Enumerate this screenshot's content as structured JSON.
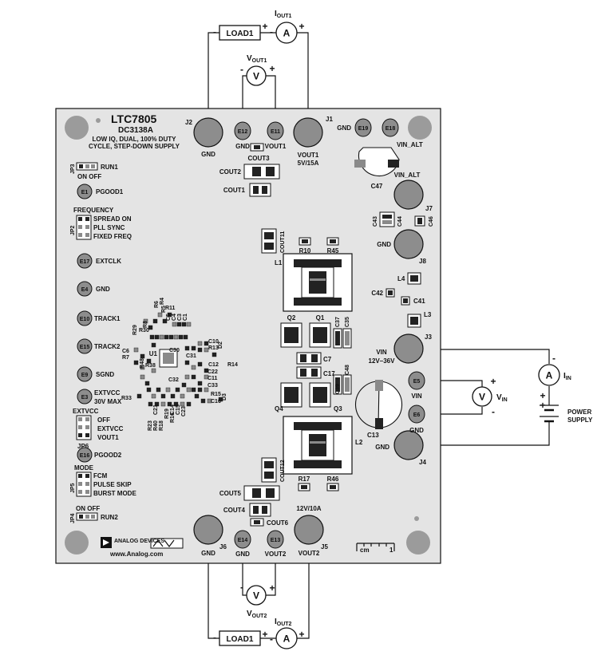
{
  "title": "LTC7805",
  "board_id": "DC3138A",
  "desc_line1": "LOW IQ, DUAL, 100% DUTY",
  "desc_line2": "CYCLE, STEP-DOWN SUPPLY",
  "website": "www.Analog.com",
  "logo_text": "ANALOG DEVICES",
  "load_label": "LOAD1",
  "meters": {
    "ammeter": "A",
    "voltmeter": "V",
    "iout1": {
      "main": "I",
      "sub": "OUT1"
    },
    "iout2": {
      "main": "I",
      "sub": "OUT2"
    },
    "vout1": {
      "main": "V",
      "sub": "OUT1"
    },
    "vout2": {
      "main": "V",
      "sub": "OUT2"
    },
    "iin": {
      "main": "I",
      "sub": "IN"
    },
    "vin": {
      "main": "V",
      "sub": "IN"
    }
  },
  "signs": {
    "plus": "+",
    "minus": "-"
  },
  "power_supply": {
    "line1": "POWER",
    "line2": "SUPPLY"
  },
  "scale": {
    "unit": "cm",
    "value": "1"
  },
  "connectors": {
    "j1": "J1",
    "j1_l1": "VOUT1",
    "j1_l2": "5V/15A",
    "j2": "J2",
    "j2_l": "GND",
    "j3": "J3",
    "j3_l1": "VIN",
    "j3_l2": "12V–36V",
    "j4": "J4",
    "j4_l": "GND",
    "j5": "J5",
    "j5_top": "12V/10A",
    "j5_l": "VOUT2",
    "j6": "J6",
    "j6_l": "GND",
    "j7": "J7",
    "j7_l": "VIN_ALT",
    "j8": "J8",
    "j8_l": "GND"
  },
  "testpoints": {
    "e1": "E1",
    "e1_l": "PGOOD1",
    "e3": "E3",
    "e3_l1": "EXTVCC",
    "e3_l2": "30V MAX",
    "e4": "E4",
    "e4_l": "GND",
    "e5": "E5",
    "e5_l": "VIN",
    "e6": "E6",
    "e6_l": "GND",
    "e9": "E9",
    "e9_l": "SGND",
    "e10": "E10",
    "e10_l": "TRACK1",
    "e11": "E11",
    "e11_l": "VOUT1",
    "e12": "E12",
    "e12_l": "GND",
    "e13": "E13",
    "e13_l": "VOUT2",
    "e14": "E14",
    "e14_l": "GND",
    "e15": "E15",
    "e15_l": "TRACK2",
    "e16": "E16",
    "e16_l": "PGOOD2",
    "e17": "E17",
    "e17_l": "EXTCLK",
    "e18": "E18",
    "e19": "E19",
    "e19_l": "GND",
    "vin_alt": "VIN_ALT"
  },
  "jumpers": {
    "jp3": "JP3",
    "jp3_run": "RUN1",
    "jp3_opts": "ON OFF",
    "jp2": "JP2",
    "jp2_head": "FREQUENCY",
    "jp2_o1": "SPREAD ON",
    "jp2_o2": "PLL SYNC",
    "jp2_o3": "FIXED FREQ",
    "jp6": "JP6",
    "jp6_head": "EXTVCC",
    "jp6_o1": "OFF",
    "jp6_o2": "EXTVCC",
    "jp6_o3": "VOUT1",
    "jp5": "JP5",
    "jp5_head": "MODE",
    "jp5_o1": "FCM",
    "jp5_o2": "PULSE SKIP",
    "jp5_o3": "BURST MODE",
    "jp4": "JP4",
    "jp4_run": "RUN2",
    "jp4_opts": "ON   OFF"
  },
  "components": {
    "cout1": "COUT1",
    "cout2": "COUT2",
    "cout3": "COUT3",
    "cout4": "COUT4",
    "cout5": "COUT5",
    "cout6": "COUT6",
    "cout11": "COUT11",
    "cout12": "COUT12",
    "l1": "L1",
    "l2": "L2",
    "l3": "L3",
    "l4": "L4",
    "r10": "R10",
    "r45": "R45",
    "r17": "R17",
    "r46": "R46",
    "q1": "Q1",
    "q2": "Q2",
    "q3": "Q3",
    "q4": "Q4",
    "c7": "C7",
    "c17": "C17",
    "c13": "C13",
    "c35": "C35",
    "c37": "C37",
    "c39": "C39",
    "c48": "C48",
    "c41": "C41",
    "c42": "C42",
    "c43": "C43",
    "c44": "C44",
    "c46": "C46",
    "c47": "C47",
    "u1": "U1",
    "c30": "C30",
    "c31": "C31",
    "c32": "C32",
    "c10": "C10",
    "r13": "R13",
    "d2": "D2",
    "c12": "C12",
    "r14": "R14",
    "c22": "C22",
    "c11": "C11",
    "c33": "C33",
    "r15": "R15",
    "c16": "C16",
    "d3": "D3",
    "c6": "C6",
    "r7": "R7",
    "r48": "R48",
    "r38": "R38",
    "r33": "R33",
    "r29": "R29",
    "r30": "R30",
    "r8": "R8",
    "r6": "R6",
    "r5": "R5",
    "r11": "R11",
    "r4": "R4",
    "c5": "C5",
    "c4": "C4",
    "c3": "C3",
    "c1": "C1",
    "r23": "R23",
    "r40": "R40",
    "r18": "R18",
    "r19": "R19",
    "r16": "R16",
    "c15": "C15",
    "c14": "C14",
    "c23": "C23",
    "c21": "C21"
  }
}
